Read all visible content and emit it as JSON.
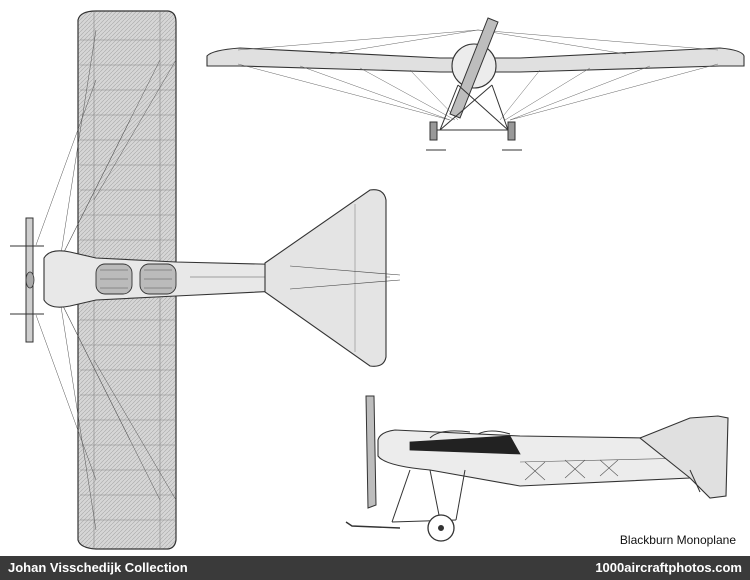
{
  "caption": "Blackburn Monoplane",
  "footer": {
    "left_text": "Johan Visschedijk Collection",
    "right_text": "1000aircraftphotos.com"
  },
  "colors": {
    "ink": "#333333",
    "wing_fill": "#d8d8d8",
    "fuselage_fill": "#e6e6e6",
    "footer_bg": "#3a3a3a",
    "footer_text": "#ffffff"
  },
  "views": [
    "top-view",
    "front-view",
    "side-view"
  ]
}
